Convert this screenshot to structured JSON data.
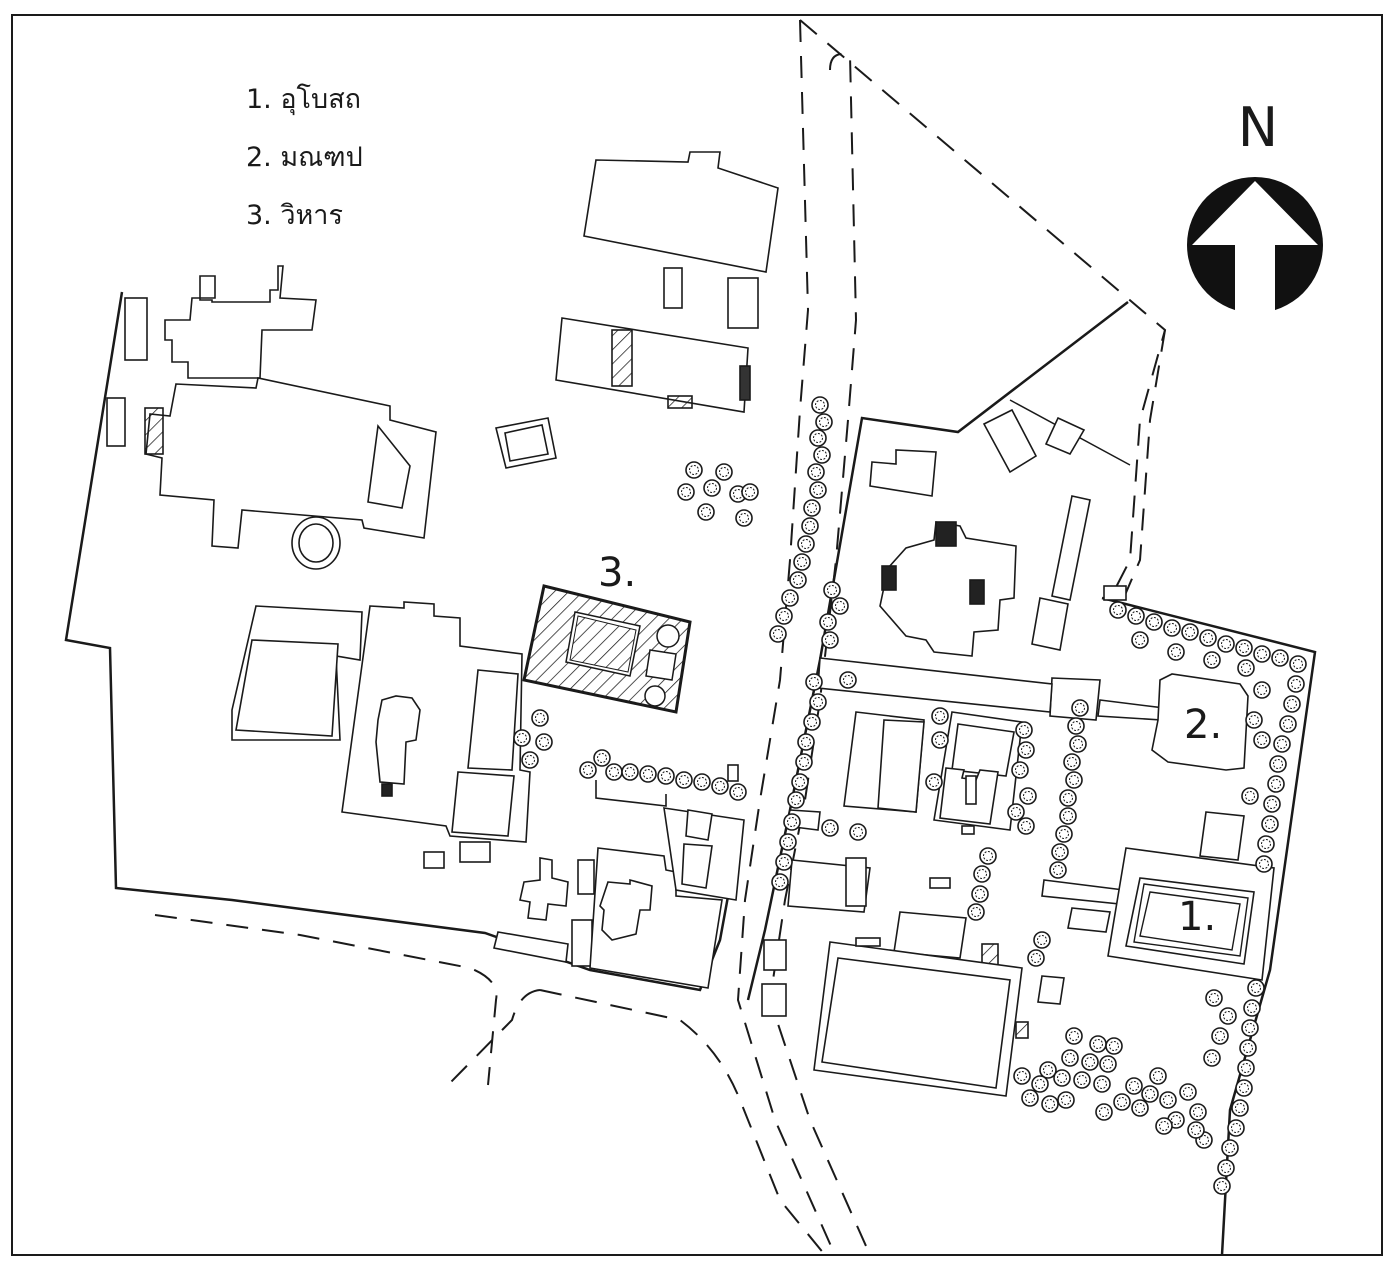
{
  "legend": [
    {
      "text": "1. อุโบสถ"
    },
    {
      "text": "2. มณฑป"
    },
    {
      "text": "3. วิหาร"
    }
  ],
  "markers": {
    "ubosot": "1.",
    "mondop": "2.",
    "vihara": "3."
  },
  "north_arrow": {
    "label": "N",
    "icon": "north-arrow-icon"
  },
  "colors": {
    "line": "#1a1a1a",
    "paper": "#ffffff"
  }
}
